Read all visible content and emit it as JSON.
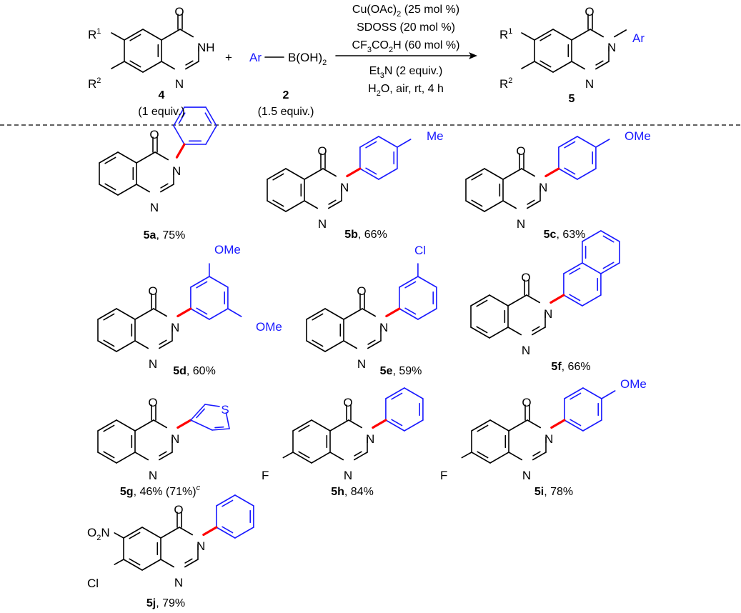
{
  "colors": {
    "aryl": "#1a1aff",
    "new_bond": "#ff0000",
    "text": "#000000"
  },
  "reaction": {
    "substrate": {
      "number": "4",
      "equiv": "(1 equiv.)",
      "R1": "R",
      "R1_sup": "1",
      "R2": "R",
      "R2_sup": "2",
      "O": "O",
      "NH": "NH",
      "N": "N"
    },
    "reagent": {
      "number": "2",
      "equiv": "(1.5 equiv.)",
      "Ar": "Ar",
      "B": "B(OH)",
      "B_sub": "2"
    },
    "plus": "+",
    "conditions": {
      "line1_a": "Cu(OAc)",
      "line1_sub": "2",
      "line1_b": " (25 mol %)",
      "line2": "SDOSS (20 mol %)",
      "line3_a": "CF",
      "line3_sub1": "3",
      "line3_b": "CO",
      "line3_sub2": "2",
      "line3_c": "H (60 mol %)",
      "line4_a": "Et",
      "line4_sub": "3",
      "line4_b": "N (2 equiv.)",
      "line5_a": "H",
      "line5_sub": "2",
      "line5_b": "O, air, rt, 4 h"
    },
    "product": {
      "number": "5",
      "Ar": "Ar",
      "R1": "R",
      "R1_sup": "1",
      "R2": "R",
      "R2_sup": "2",
      "O": "O",
      "N": "N"
    }
  },
  "atoms": {
    "O": "O",
    "N": "N",
    "F": "F",
    "Cl": "Cl",
    "S": "S",
    "Me": "Me",
    "OMe": "OMe",
    "NO2_a": "O",
    "NO2_sub": "2",
    "NO2_b": "N"
  },
  "products": [
    {
      "id": "5a",
      "yield": ", 75%"
    },
    {
      "id": "5b",
      "yield": ", 66%"
    },
    {
      "id": "5c",
      "yield": ", 63%"
    },
    {
      "id": "5d",
      "yield": ", 60%"
    },
    {
      "id": "5e",
      "yield": ", 59%"
    },
    {
      "id": "5f",
      "yield": ", 66%"
    },
    {
      "id": "5g",
      "yield": ", 46% (71%)",
      "note": "c"
    },
    {
      "id": "5h",
      "yield": ", 84%"
    },
    {
      "id": "5i",
      "yield": ", 78%"
    },
    {
      "id": "5j",
      "yield": ", 79%"
    }
  ]
}
